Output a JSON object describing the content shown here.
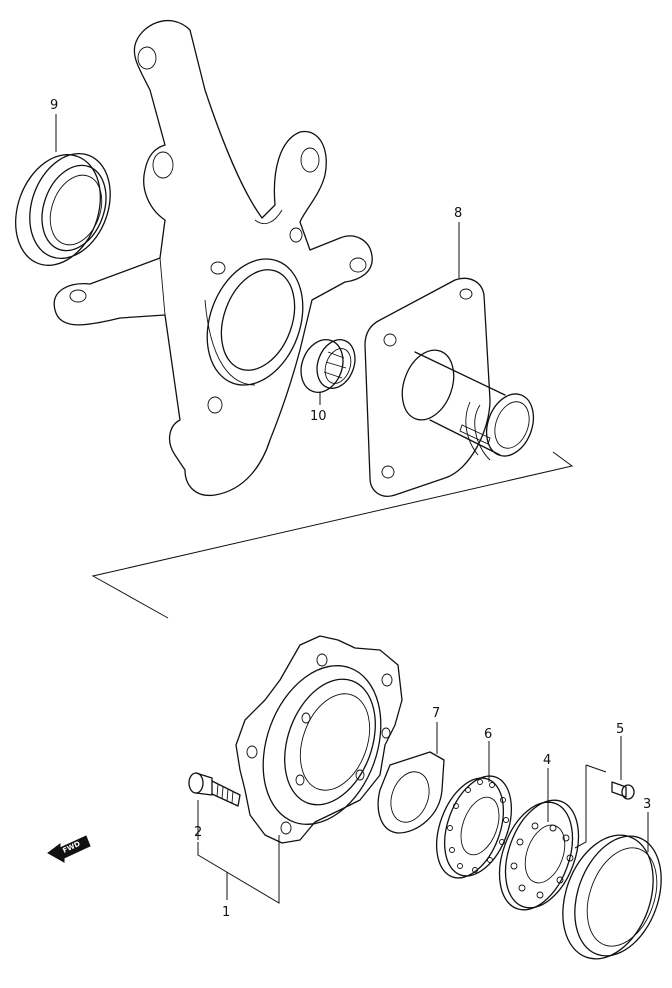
{
  "diagram": {
    "callouts": [
      {
        "id": "callout-9",
        "text": "9"
      },
      {
        "id": "callout-8",
        "text": "8"
      },
      {
        "id": "callout-10",
        "text": "10"
      },
      {
        "id": "callout-7",
        "text": "7"
      },
      {
        "id": "callout-6",
        "text": "6"
      },
      {
        "id": "callout-5",
        "text": "5"
      },
      {
        "id": "callout-4",
        "text": "4"
      },
      {
        "id": "callout-3",
        "text": "3"
      },
      {
        "id": "callout-2",
        "text": "2"
      },
      {
        "id": "callout-1",
        "text": "1"
      }
    ],
    "fwd_label": "FWD"
  }
}
